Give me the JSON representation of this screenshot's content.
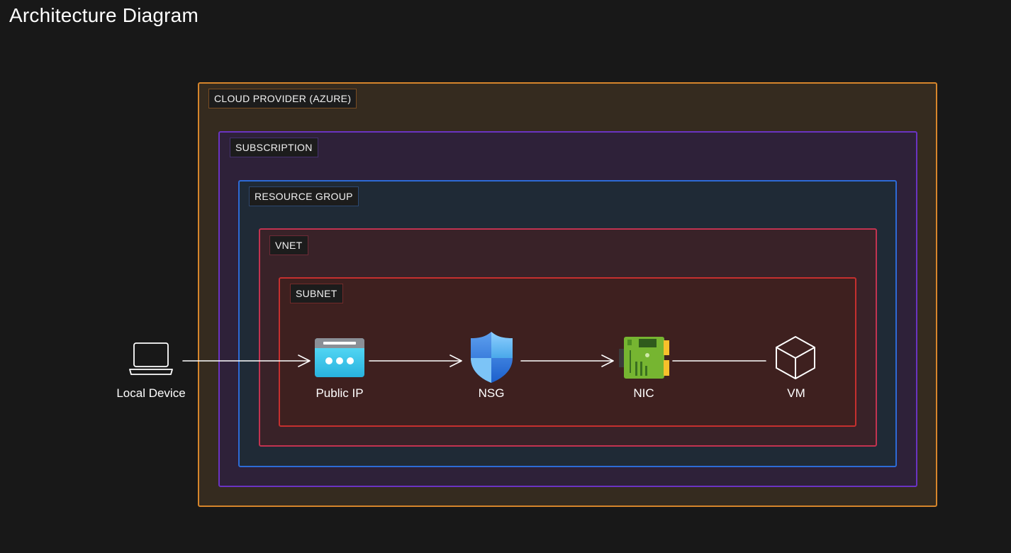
{
  "page": {
    "title": "Architecture Diagram"
  },
  "containers": {
    "cloud_provider": {
      "label": "CLOUD PROVIDER (AZURE)",
      "color": "#d6852b"
    },
    "subscription": {
      "label": "SUBSCRIPTION",
      "color": "#6a33c2"
    },
    "resource_group": {
      "label": "RESOURCE GROUP",
      "color": "#2d6bd6"
    },
    "vnet": {
      "label": "VNET",
      "color": "#c23350"
    },
    "subnet": {
      "label": "SUBNET",
      "color": "#c5302f"
    }
  },
  "nodes": {
    "local_device": {
      "label": "Local Device",
      "icon": "laptop-icon"
    },
    "public_ip": {
      "label": "Public IP",
      "icon": "public-ip-icon"
    },
    "nsg": {
      "label": "NSG",
      "icon": "shield-icon"
    },
    "nic": {
      "label": "NIC",
      "icon": "network-card-icon"
    },
    "vm": {
      "label": "VM",
      "icon": "cube-icon"
    }
  },
  "edges": [
    {
      "from": "local_device",
      "to": "public_ip",
      "arrow": true
    },
    {
      "from": "public_ip",
      "to": "nsg",
      "arrow": true
    },
    {
      "from": "nsg",
      "to": "nic",
      "arrow": true
    },
    {
      "from": "nic",
      "to": "vm",
      "arrow": false
    }
  ]
}
